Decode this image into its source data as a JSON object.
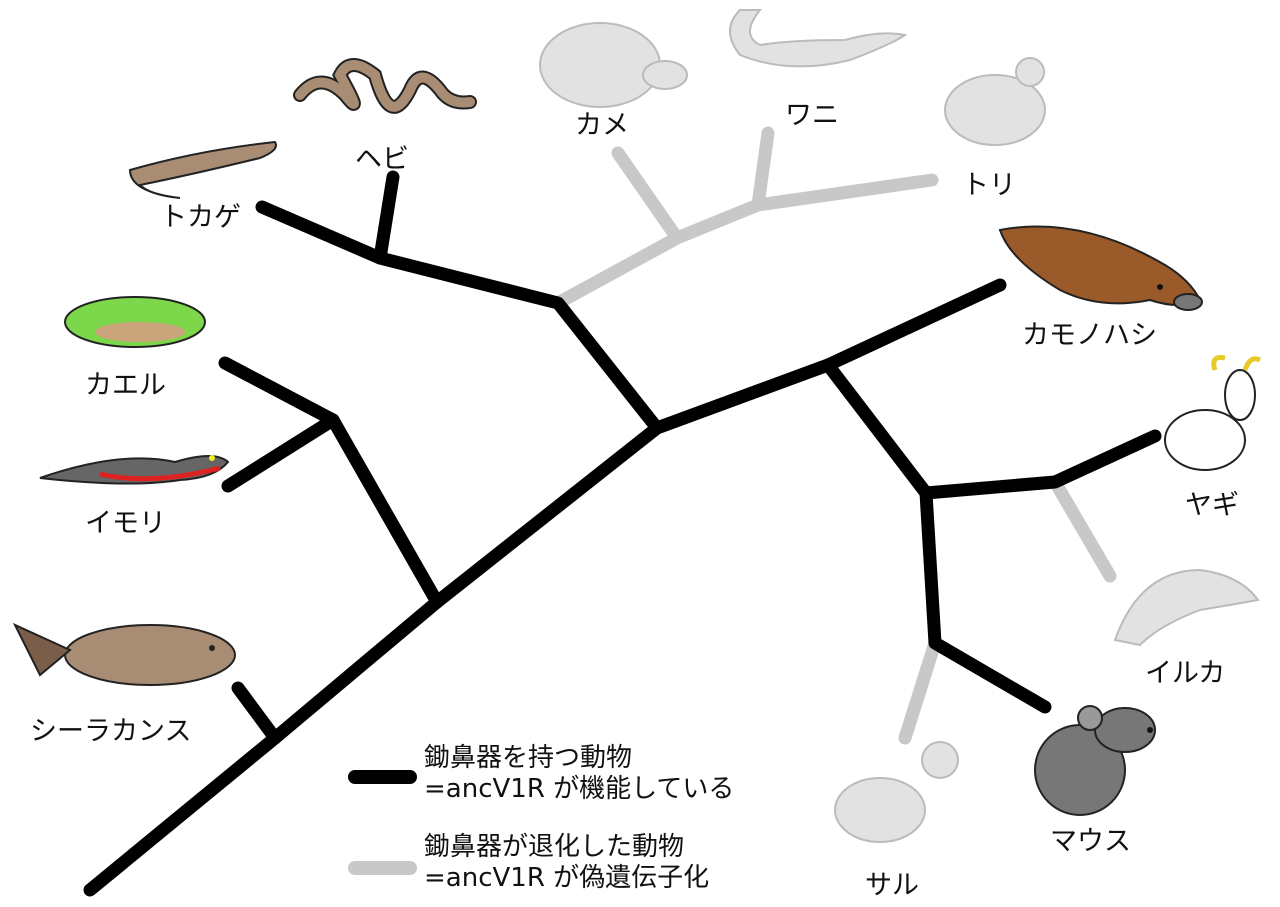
{
  "colors": {
    "functional": "#000000",
    "degenerated": "#c8c8c8"
  },
  "labels": {
    "lizard": "トカゲ",
    "snake": "ヘビ",
    "turtle": "カメ",
    "crocodile": "ワニ",
    "bird": "トリ",
    "platypus": "カモノハシ",
    "frog": "カエル",
    "newt": "イモリ",
    "goat": "ヤギ",
    "dolphin": "イルカ",
    "coelacanth": "シーラカンス",
    "mouse": "マウス",
    "monkey": "サル"
  },
  "legend": {
    "functional_line1": "鋤鼻器を持つ動物",
    "functional_line2": "=ancV1R が機能している",
    "degenerated_line1": "鋤鼻器が退化した動物",
    "degenerated_line2": "=ancV1R が偽遺伝子化"
  }
}
